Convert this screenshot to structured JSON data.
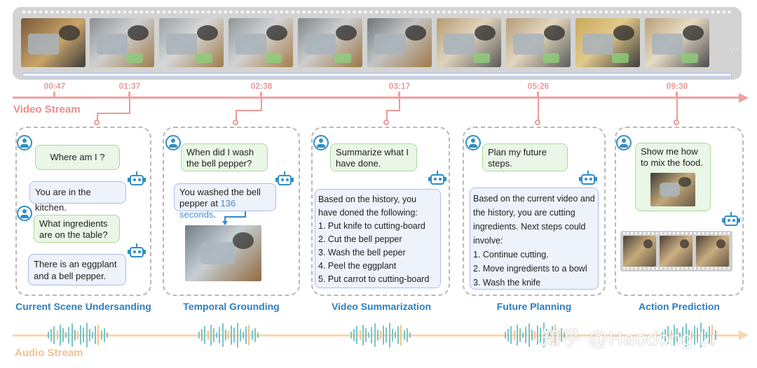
{
  "labels": {
    "video_stream": "Video Stream",
    "audio_stream": "Audio Stream",
    "film_ellipsis": "...",
    "watermark": "知乎 @Haodong Li"
  },
  "timestamps": [
    "00:47",
    "01:37",
    "02:38",
    "03:17",
    "05:26",
    "09:30"
  ],
  "panels": [
    {
      "title": "Current Scene Undersanding",
      "user1": "Where am I ?",
      "bot1": "You are in the kitchen.",
      "user2": "What ingredients are on the table?",
      "bot2": "There is an eggplant and a bell pepper."
    },
    {
      "title": "Temporal Grounding",
      "user1": "When did I wash the bell pepper?",
      "bot1_prefix": "You washed the bell pepper at ",
      "bot1_highlight": "136 seconds",
      "bot1_suffix": "."
    },
    {
      "title": "Video Summarization",
      "user1": "Summarize what I have done.",
      "bot1_intro": "Based on the history, you have doned the following:",
      "bot1_items": [
        "1. Put knife to cutting-board",
        "2. Cut the bell pepper",
        "3. Wash the bell peper",
        "4. Peel the eggplant",
        "5. Put carrot to cutting-board"
      ]
    },
    {
      "title": "Future Planning",
      "user1": "Plan my future steps.",
      "bot1_intro": "Based on the current video and the history, you are cutting ingredients. Next steps could involve:",
      "bot1_items": [
        "1. Continue cutting.",
        "2. Move ingredients to a bowl",
        "3. Wash the knife"
      ]
    },
    {
      "title": "Action Prediction",
      "user1": "Show me how to mix the food."
    }
  ],
  "colors": {
    "video_axis": "#f1a1a1",
    "audio_axis": "#f8d6ae",
    "title_blue": "#2d7fc2",
    "user_bubble": "#eaf6e6",
    "bot_bubble": "#eef2fb",
    "highlight": "#3d8ed6"
  },
  "icons": [
    "user-icon",
    "robot-icon"
  ]
}
